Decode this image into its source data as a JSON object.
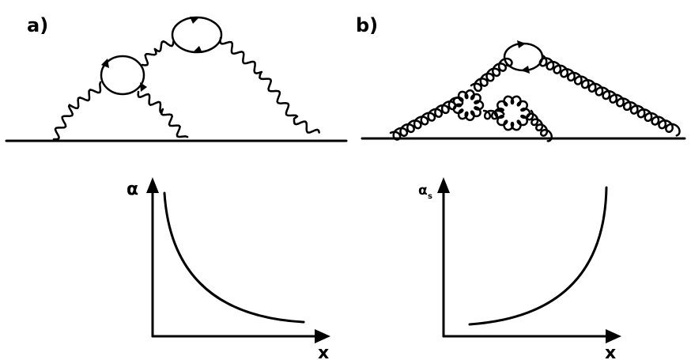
{
  "panels": [
    {
      "id": "a",
      "label": "a)",
      "boson": "photon",
      "coupling_label": "α",
      "x_label": "x",
      "curve": "decreasing"
    },
    {
      "id": "b",
      "label": "b)",
      "boson": "gluon",
      "coupling_label": "α",
      "coupling_subscript": "s",
      "x_label": "x",
      "curve": "increasing"
    }
  ]
}
